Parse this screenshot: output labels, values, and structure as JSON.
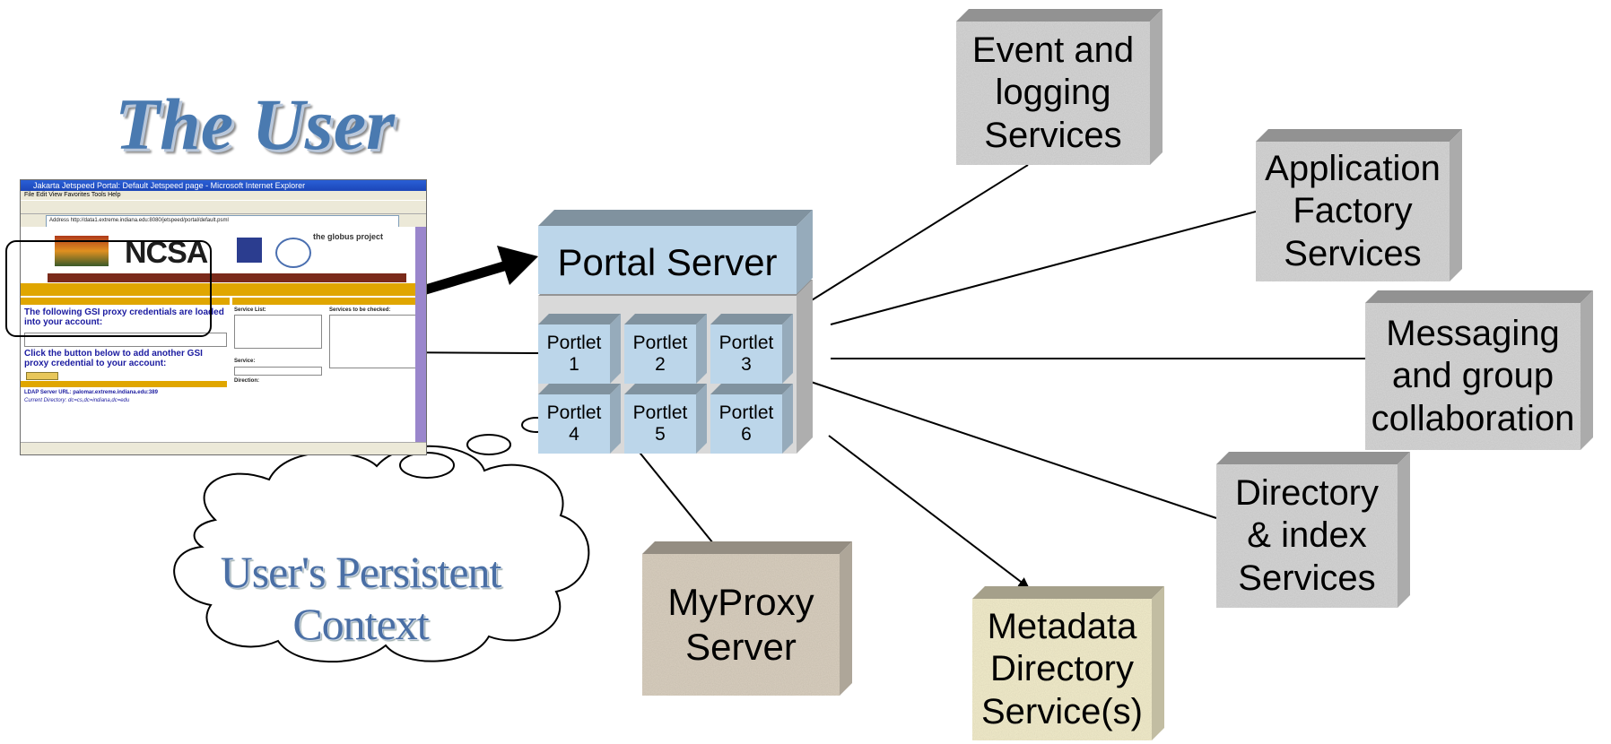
{
  "title": "The User",
  "cloud_text": "User's Persistent\nContext",
  "portal": {
    "label": "Portal Server",
    "portlets": [
      {
        "label": "Portlet\n1"
      },
      {
        "label": "Portlet\n2"
      },
      {
        "label": "Portlet\n3"
      },
      {
        "label": "Portlet\n4"
      },
      {
        "label": "Portlet\n5"
      },
      {
        "label": "Portlet\n6"
      }
    ],
    "color": "#bcd6ea"
  },
  "services": [
    {
      "label": "Event and\nlogging\nServices",
      "color": "#d6d6d6"
    },
    {
      "label": "Application\nFactory\nServices",
      "color": "#d6d6d6"
    },
    {
      "label": "Messaging\nand group\ncollaboration",
      "color": "#d6d6d6"
    },
    {
      "label": "Directory\n& index\nServices",
      "color": "#d6d6d6"
    },
    {
      "label": "Metadata\nDirectory\nService(s)",
      "color": "#f2eccb"
    },
    {
      "label": "MyProxy\nServer",
      "color": "#d9cfbf"
    }
  ],
  "screenshot": {
    "window_title": "Jakarta Jetspeed Portal: Default Jetspeed page - Microsoft Internet Explorer",
    "menu": "File  Edit  View  Favorites  Tools  Help",
    "address": "Address  http://data1.extreme.indiana.edu:8080/jetspeed/portal/default.psml",
    "ncsa": "NCSA",
    "globus": "the globus project",
    "proxy_heading": "The following GSI proxy credentials are loaded into your account:",
    "proxy_button_text": "Click the button below to add another GSI proxy credential to your account:",
    "ldap": "LDAP Server URL: palomar.extreme.indiana.edu:389",
    "current_dir": "Current Directory: dc=cs,dc=indiana,dc=edu",
    "service_list": "Service List:",
    "services_checked": "Services to be checked:",
    "service": "Service:",
    "direction": "Direction:"
  }
}
